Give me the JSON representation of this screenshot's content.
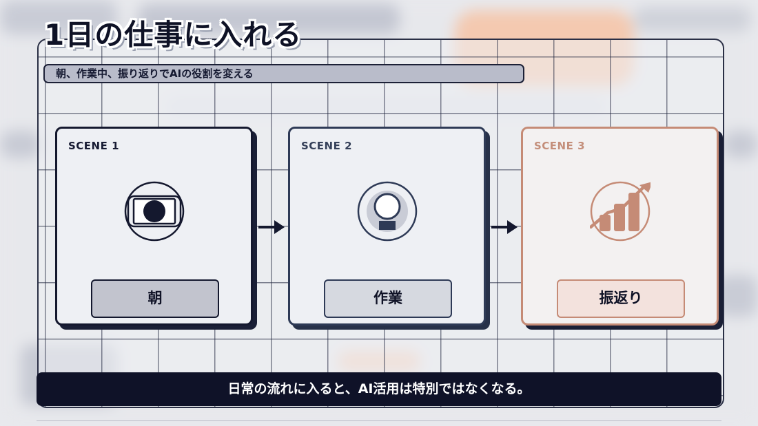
{
  "slide": {
    "title": "1日の仕事に入れる",
    "subtitle": "朝、作業中、振り返りでAIの役割を変える",
    "footer": "日常の流れに入ると、AI活用は特別ではなくなる。"
  },
  "scenes": [
    {
      "label": "SCENE 1",
      "button": "朝",
      "icon": "sunrise-icon"
    },
    {
      "label": "SCENE 2",
      "button": "作業",
      "icon": "person-icon"
    },
    {
      "label": "SCENE 3",
      "button": "振返り",
      "icon": "growth-chart-icon"
    }
  ],
  "colors": {
    "navy": "#14182e",
    "slate": "#2e3a56",
    "terracotta": "#c58b76",
    "footer_bg": "#0f1228"
  }
}
